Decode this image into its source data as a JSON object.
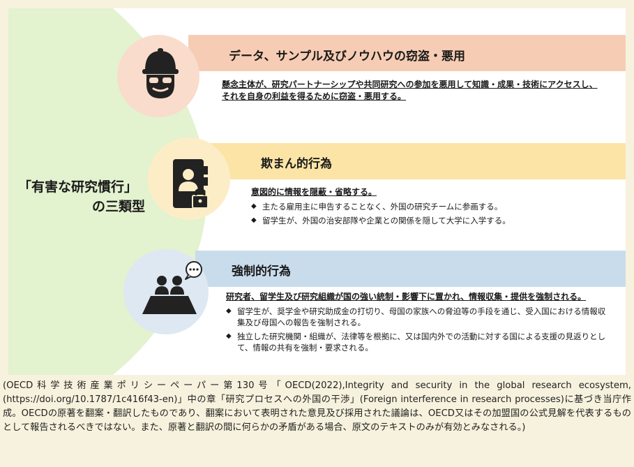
{
  "central_label": {
    "line1": "「有害な研究慣行」",
    "line2": "の三類型"
  },
  "sections": [
    {
      "title": "データ、サンプル及びノウハウの窃盗・悪用",
      "summary": "懸念主体が、研究パートナーシップや共同研究への参加を悪用して知識・成果・技術にアクセスし、それを自身の利益を得るために窃盗・悪用する。",
      "bullets": [],
      "icon": "thief-icon",
      "band_color": "#f6cdb4"
    },
    {
      "title": "欺まん的行為",
      "summary": "意図的に情報を隠蔽・省略する。",
      "bullets": [
        "主たる雇用主に申告することなく、外国の研究チームに参画する。",
        "留学生が、外国の治安部隊や企業との関係を隠して大学に入学する。"
      ],
      "icon": "locked-contact-book-icon",
      "band_color": "#fbe4a6"
    },
    {
      "title": "強制的行為",
      "summary": "研究者、留学生及び研究組織が国の強い統制・影響下に置かれ、情報収集・提供を強制される。",
      "bullets": [
        "留学生が、奨学金や研究助成金の打切り、母国の家族への脅迫等の手段を通じ、受入国における情報収集及び母国への報告を強制される。",
        "独立した研究機関・組織が、法律等を根拠に、又は国内外での活動に対する国による支援の見返りとして、情報の共有を強制・要求される。"
      ],
      "icon": "meeting-people-icon",
      "band_color": "#c9dcec"
    }
  ],
  "bullet_marker": "◆",
  "footnote": "(OECD科学技術産業ポリシーペーパー第130号「OECD(2022),Integrity and security in the global research ecosystem, (https://doi.org/10.1787/1c416f43-en)」中の章「研究プロセスへの外国の干渉」(Foreign interference in research processes)に基づき当庁作成。OECDの原著を翻案・翻訳したものであり、翻案において表明された意見及び採用された議論は、OECD又はその加盟国の公式見解を代表するものとして報告されるべきではない。また、原著と翻訳の間に何らかの矛盾がある場合、原文のテキストのみが有効とみなされる。)"
}
